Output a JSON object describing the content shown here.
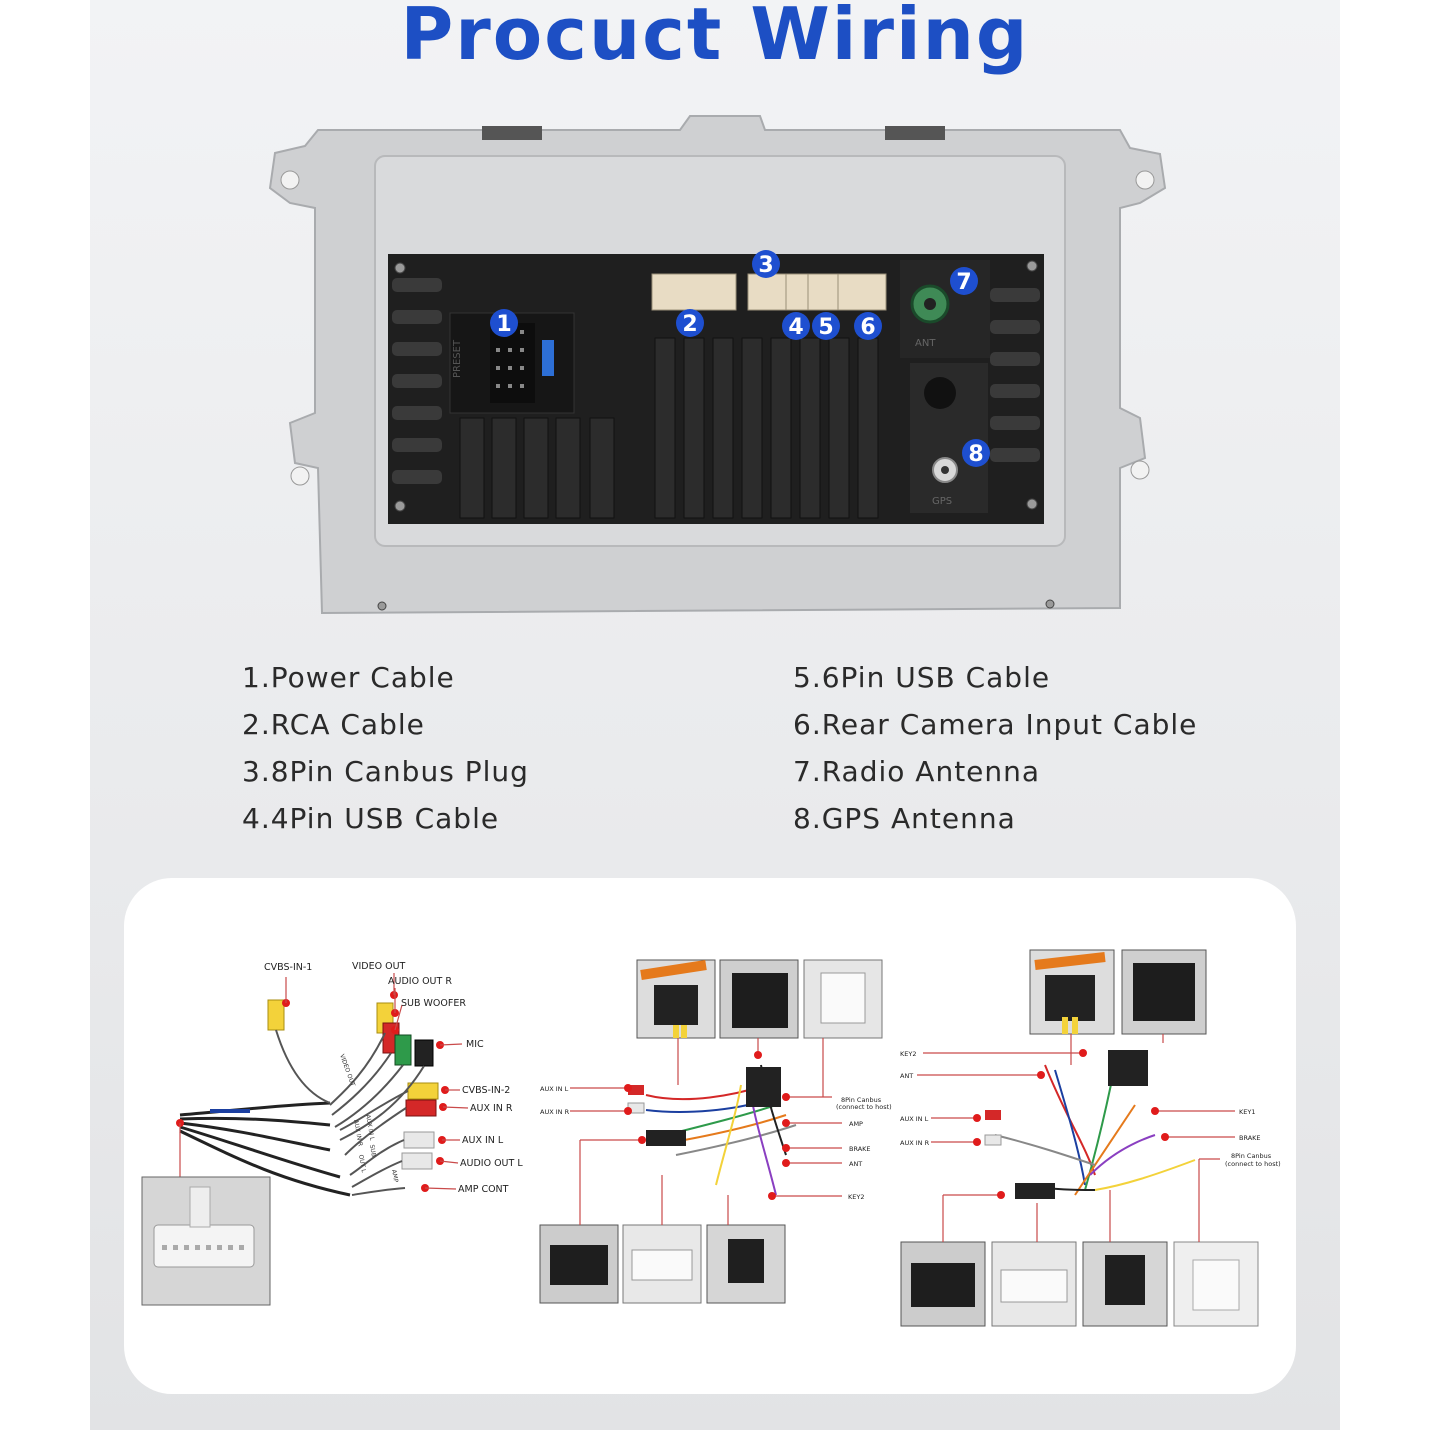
{
  "title": "Procuct Wiring",
  "unit_labels": {
    "ant": "ANT",
    "gps": "GPS",
    "preset": "PRESET"
  },
  "markers": [
    "1",
    "2",
    "3",
    "4",
    "5",
    "6",
    "7",
    "8"
  ],
  "legend_left": [
    "1.Power Cable",
    "2.RCA Cable",
    "3.8Pin Canbus Plug",
    "4.4Pin USB Cable"
  ],
  "legend_right": [
    "5.6Pin USB Cable",
    "6.Rear Camera Input Cable",
    "7.Radio Antenna",
    "8.GPS Antenna"
  ],
  "rca_harness": {
    "labels": [
      "CVBS-IN-1",
      "VIDEO OUT",
      "AUDIO OUT R",
      "SUB WOOFER",
      "MIC",
      "CVBS-IN-2",
      "AUX IN R",
      "AUX IN L",
      "AUDIO OUT L",
      "AMP CONT"
    ],
    "tags": [
      "VIDEO OUT",
      "AUX IN L",
      "AUX IN R",
      "SUB",
      "OUT L",
      "AMP"
    ]
  },
  "harness_2": {
    "labels": [
      "AUX IN L",
      "AUX IN R",
      "8Pin Canbus",
      "(connect to host)",
      "AMP",
      "BRAKE",
      "ANT",
      "KEY2"
    ]
  },
  "harness_3": {
    "labels": [
      "KEY2",
      "ANT",
      "AUX IN L",
      "AUX IN R",
      "KEY1",
      "BRAKE",
      "8Pin Canbus",
      "(connect to host)"
    ]
  },
  "colors": {
    "title": "#1d4fc4",
    "marker": "#1e4fd0",
    "dot": "#e01b1b",
    "line": "#c94a4a"
  }
}
